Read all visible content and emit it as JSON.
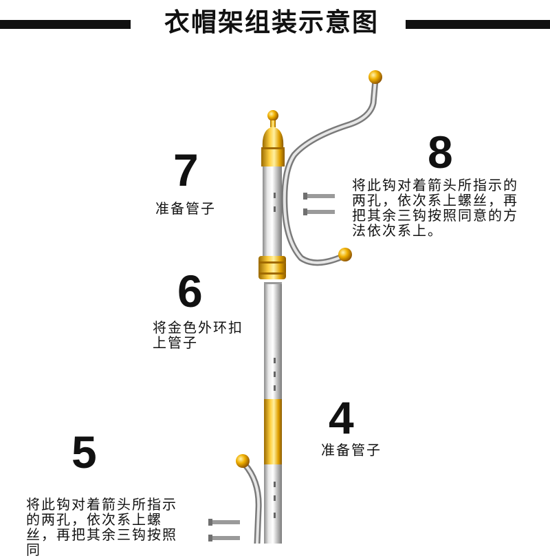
{
  "header": {
    "title": "衣帽架组装示意图"
  },
  "steps": [
    {
      "number": "7",
      "text": "准备管子"
    },
    {
      "number": "8",
      "text": "将此钩对着箭头所指示的两孔，依次系上螺丝，再把其余三钩按照同意的方法依次系上。"
    },
    {
      "number": "6",
      "text": "将金色外环扣上管子"
    },
    {
      "number": "4",
      "text": "准备管子"
    },
    {
      "number": "5",
      "text": "将此钩对着箭头所指示的两孔，依次系上螺丝，再把其余三钩按照同"
    }
  ],
  "colors": {
    "gold": "#e0a000",
    "steel": "#c8c8c8",
    "text": "#111111"
  }
}
